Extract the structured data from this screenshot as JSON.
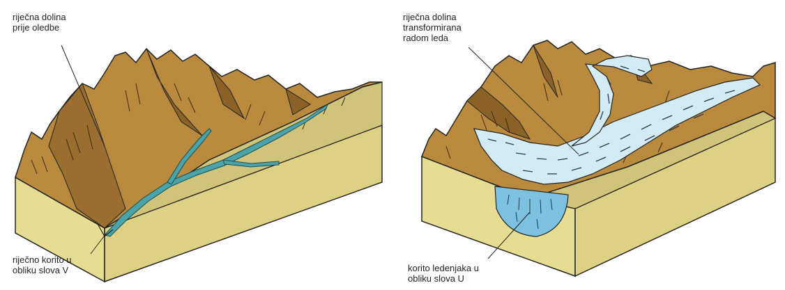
{
  "left_panel": {
    "label_top": "riječna dolina\nprije oledbe",
    "label_bottom": "riječno korito u\nobliku slova V"
  },
  "right_panel": {
    "label_top": "riječna dolina\ntransformirana\nradom leda",
    "label_bottom": "korito ledenjaka u\nobliku slova U"
  },
  "colors": {
    "mountain": "#b98a3e",
    "mountain_dark": "#7a5524",
    "block_side": "#e7dd92",
    "block_top": "#cfc47a",
    "river": "#4aa3a8",
    "ice": "#d3ebf5",
    "ice_section": "#7cc1e0"
  }
}
